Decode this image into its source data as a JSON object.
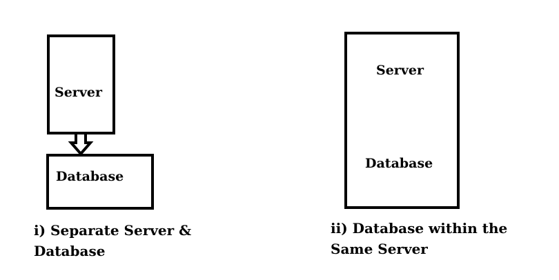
{
  "left_diagram": {
    "server_label": "Server",
    "database_label": "Database",
    "caption_line1": "i) Separate Server &",
    "caption_line2": "Database"
  },
  "right_diagram": {
    "server_label": "Server",
    "database_label": "Database",
    "caption_line1": "ii) Database within the",
    "caption_line2": "Same Server"
  },
  "arrow_icon": "hollow-down-arrow",
  "colors": {
    "stroke": "#000000",
    "background": "#ffffff"
  }
}
